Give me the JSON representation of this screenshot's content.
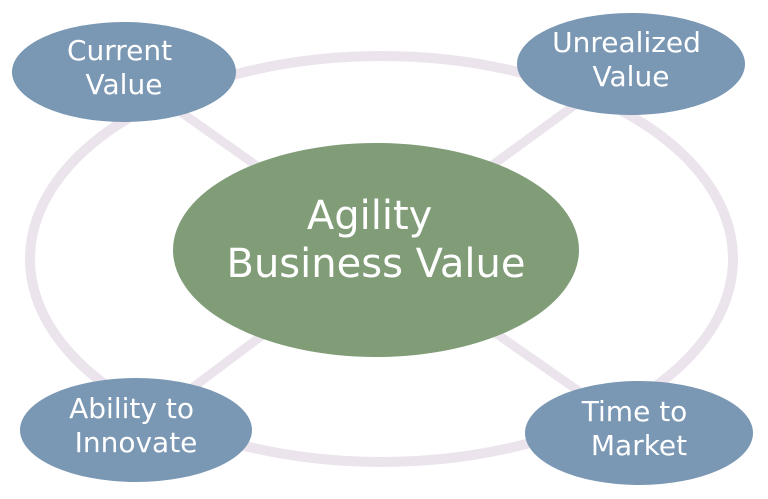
{
  "diagram": {
    "center": {
      "line1": "Agility",
      "line2": "Business Value"
    },
    "satellites": {
      "top_left": {
        "line1": "Current",
        "line2": "Value"
      },
      "top_right": {
        "line1": "Unrealized",
        "line2": "Value"
      },
      "bottom_left": {
        "line1": "Ability to",
        "line2": "Innovate"
      },
      "bottom_right": {
        "line1": "Time to",
        "line2": "Market"
      }
    },
    "colors": {
      "center_fill": "#809D78",
      "satellite_fill": "#7A97B4",
      "connector_stroke": "#EBE4EC",
      "label_text": "#FFFFFF",
      "background": "#FFFFFF"
    }
  }
}
